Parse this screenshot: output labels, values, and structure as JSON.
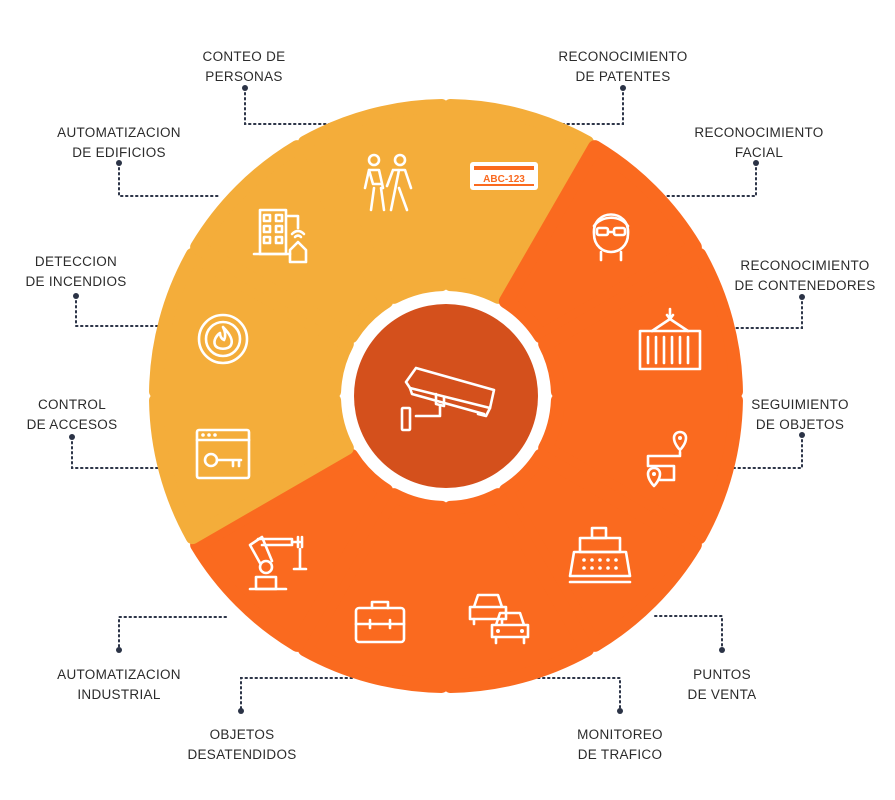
{
  "colors": {
    "orange": "#fa6a1f",
    "yellow": "#f4ad3a",
    "center": "#d4501c",
    "connector": "#2b3346"
  },
  "center": {
    "icon": "cctv-camera-icon"
  },
  "segments": [
    {
      "key": "conteo",
      "line1": "CONTEO DE",
      "line2": "PERSONAS",
      "icon": "people-walking-icon",
      "color": "yellow"
    },
    {
      "key": "patentes",
      "line1": "RECONOCIMIENTO",
      "line2": "DE PATENTES",
      "icon": "license-plate-icon",
      "color": "orange",
      "plate_text": "ABC-123"
    },
    {
      "key": "facial",
      "line1": "RECONOCIMIENTO",
      "line2": "FACIAL",
      "icon": "face-icon",
      "color": "orange"
    },
    {
      "key": "contenedores",
      "line1": "RECONOCIMIENTO",
      "line2": "DE CONTENEDORES",
      "icon": "shipping-container-icon",
      "color": "orange"
    },
    {
      "key": "seguimiento",
      "line1": "SEGUIMIENTO",
      "line2": "DE OBJETOS",
      "icon": "route-pin-icon",
      "color": "orange"
    },
    {
      "key": "venta",
      "line1": "PUNTOS",
      "line2": "DE VENTA",
      "icon": "cash-register-icon",
      "color": "orange"
    },
    {
      "key": "trafico",
      "line1": "MONITOREO",
      "line2": "DE TRAFICO",
      "icon": "cars-icon",
      "color": "orange"
    },
    {
      "key": "objetos",
      "line1": "OBJETOS",
      "line2": "DESATENDIDOS",
      "icon": "briefcase-icon",
      "color": "orange"
    },
    {
      "key": "industrial",
      "line1": "AUTOMATIZACION",
      "line2": "INDUSTRIAL",
      "icon": "robot-arm-icon",
      "color": "yellow"
    },
    {
      "key": "accesos",
      "line1": "CONTROL",
      "line2": "DE ACCESOS",
      "icon": "key-window-icon",
      "color": "yellow"
    },
    {
      "key": "incendios",
      "line1": "DETECCION",
      "line2": "DE INCENDIOS",
      "icon": "fire-icon",
      "color": "yellow"
    },
    {
      "key": "edificios",
      "line1": "AUTOMATIZACION",
      "line2": "DE EDIFICIOS",
      "icon": "smart-building-icon",
      "color": "yellow"
    }
  ]
}
